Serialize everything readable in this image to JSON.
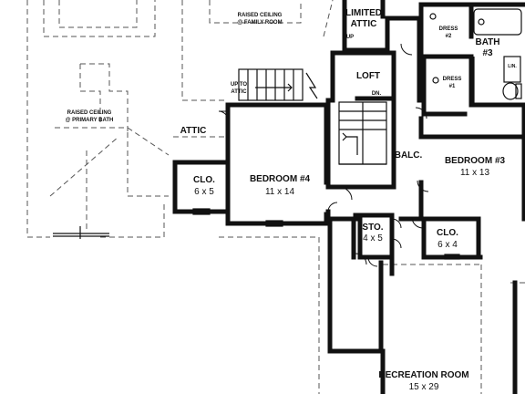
{
  "rooms": {
    "raised_ceiling_family": [
      "RAISED CEILING",
      "@ FAMILY ROOM"
    ],
    "limited_attic": [
      "LIMITED",
      "ATTIC"
    ],
    "up_top": "UP",
    "dress2": [
      "DRESS",
      "#2"
    ],
    "bath3": [
      "BATH",
      "#3"
    ],
    "lin": "LIN.",
    "dress1": [
      "DRESS",
      "#1"
    ],
    "raised_ceiling_primary": [
      "RAISED CEILING",
      "@ PRIMARY BATH"
    ],
    "up_to_attic": [
      "UP TO",
      "ATTIC"
    ],
    "loft": "LOFT",
    "dn": "DN.",
    "attic": "ATTIC",
    "balc": "BALC.",
    "bedroom3": {
      "name": "BEDROOM #3",
      "size": "11 x 13"
    },
    "bedroom4": {
      "name": "BEDROOM #4",
      "size": "11 x 14"
    },
    "clo_left": {
      "name": "CLO.",
      "size": "6 x 5"
    },
    "sto": {
      "name": "STO.",
      "size": "4 x 5"
    },
    "clo_right": {
      "name": "CLO.",
      "size": "6 x 4"
    },
    "recreation": {
      "name": "RECREATION ROOM",
      "size": "15 x 29"
    }
  }
}
